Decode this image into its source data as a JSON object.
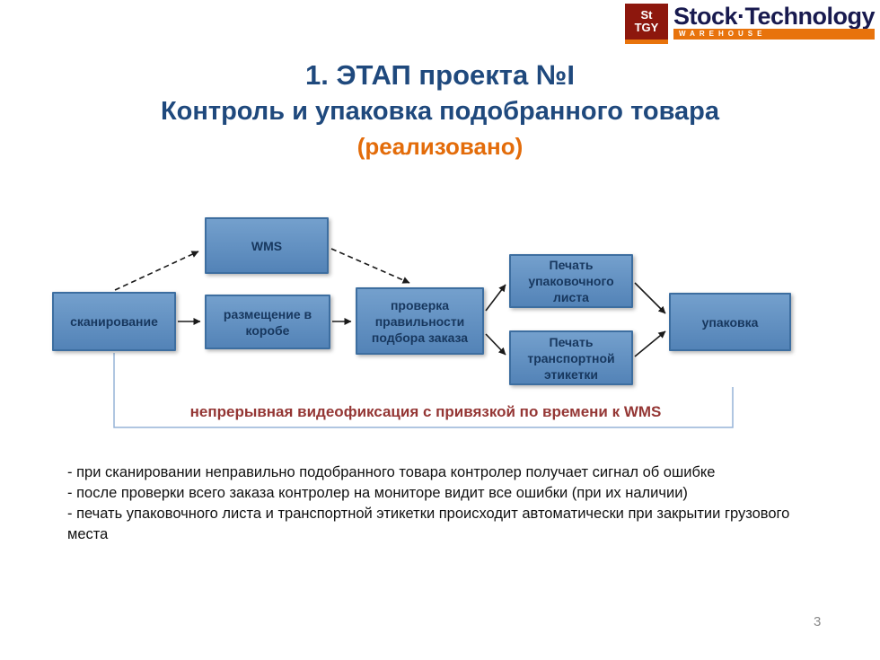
{
  "logo": {
    "mark_top": "St",
    "mark_bottom": "TGY",
    "brand": "Stock·Technology",
    "sub": "WAREHOUSE"
  },
  "title": {
    "line1": "1. ЭТАП проекта №I",
    "line2": "Контроль и упаковка подобранного товара",
    "line3": "(реализовано)"
  },
  "diagram": {
    "nodes": {
      "scan": "сканирование",
      "wms": "WMS",
      "box_place": "размещение в коробе",
      "check": "проверка правильности подбора заказа",
      "print_pack": "Печать упаковочного листа",
      "print_label": "Печать транспортной этикетки",
      "pack": "упаковка"
    },
    "bracket_label": "непрерывная видеофиксация с привязкой по времени к WMS"
  },
  "notes": {
    "line1": "- при сканировании неправильно подобранного товара контролер получает сигнал об ошибке",
    "line2": "- после проверки всего заказа контролер на мониторе видит все ошибки (при их наличии)",
    "line3": "- печать упаковочного листа и транспортной этикетки происходит автоматически при закрытии грузового места"
  },
  "page_number": "3",
  "colors": {
    "title_blue": "#1F497D",
    "accent_orange": "#E36C0A",
    "box_fill": "#5B8DC0",
    "box_border": "#3D6EA0",
    "box_text": "#17375E",
    "bracket_line": "#95B3D7",
    "bracket_text": "#943634",
    "logo_red": "#8D170D",
    "logo_navy": "#181A4F"
  }
}
